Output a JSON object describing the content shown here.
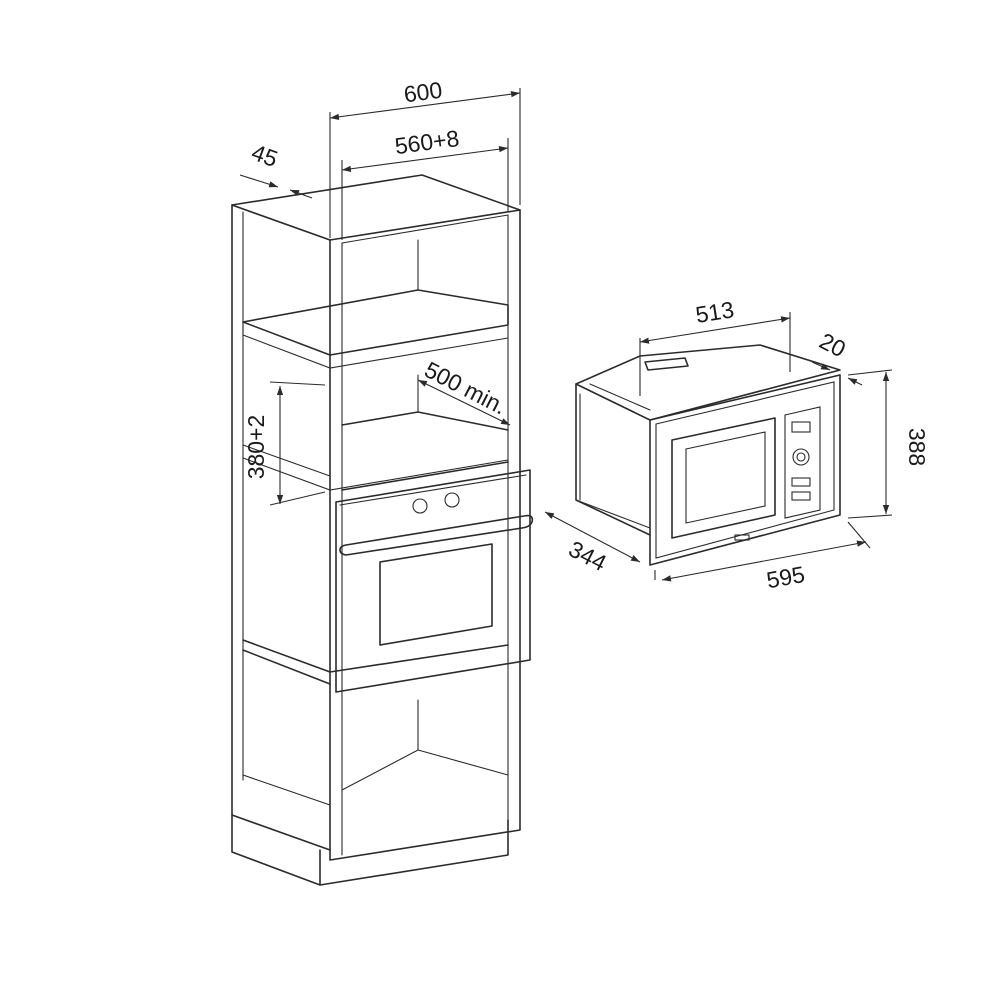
{
  "dimensions": {
    "cabinet_width": "600",
    "niche_width": "560+8",
    "panel_thickness": "45",
    "niche_height": "380+2",
    "niche_depth": "500 min.",
    "microwave_top_width": "513",
    "microwave_frame_depth": "20",
    "microwave_height": "388",
    "microwave_depth": "344",
    "microwave_front_width": "595"
  }
}
